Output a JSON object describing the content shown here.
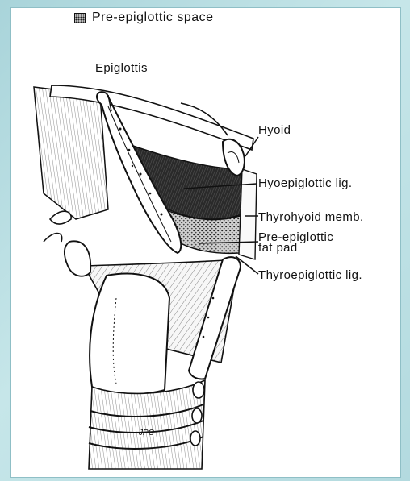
{
  "legend": {
    "swatch_icon": "stippled-square-icon",
    "text": "Pre-epiglottic space"
  },
  "labels": {
    "epiglottis": "Epiglottis",
    "hyoid": "Hyoid",
    "hyoepiglottic_lig": "Hyoepiglottic lig.",
    "thyrohyoid_memb": "Thyrohyoid memb.",
    "pre_epiglottic_fat_pad_line1": "Pre-epiglottic",
    "pre_epiglottic_fat_pad_line2": "fat pad",
    "thyroepiglottic_lig": "Thyroepiglottic lig."
  },
  "signature": "JPC",
  "colors": {
    "background": "#b6dce0",
    "ink": "#111111",
    "panel": "#ffffff"
  }
}
